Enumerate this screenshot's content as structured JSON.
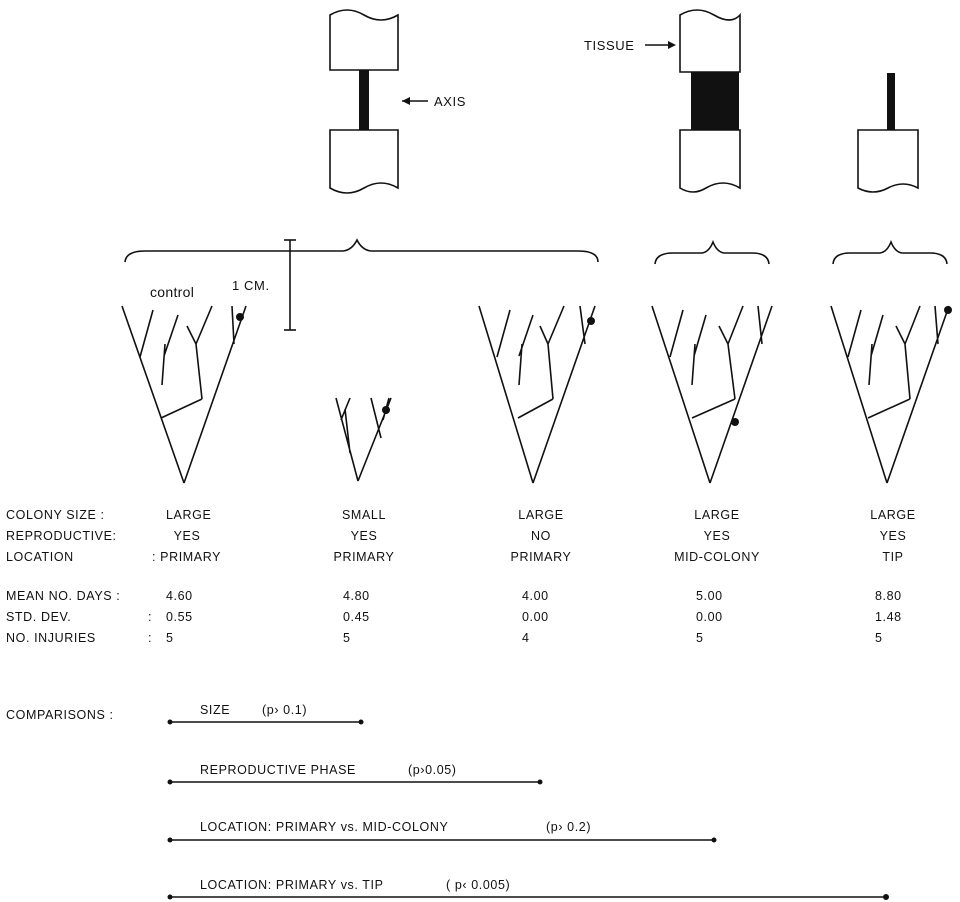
{
  "header": {
    "scale_label": "1 CM.",
    "axis_label": "AXIS",
    "tissue_label": "TISSUE"
  },
  "control_label": "control",
  "rows": {
    "colony_size": "COLONY SIZE :",
    "reproductive": "REPRODUCTIVE:",
    "location": "LOCATION",
    "mean_days": "MEAN NO. DAYS :",
    "std_dev": "STD. DEV.",
    "injuries": "NO. INJURIES",
    "sep": ":"
  },
  "columns": [
    {
      "size": "LARGE",
      "reproductive": "YES",
      "location": ": PRIMARY",
      "mean": "4.60",
      "sd": "0.55",
      "n": "5"
    },
    {
      "size": "SMALL",
      "reproductive": "YES",
      "location": "PRIMARY",
      "mean": "4.80",
      "sd": "0.45",
      "n": "5"
    },
    {
      "size": "LARGE",
      "reproductive": "NO",
      "location": "PRIMARY",
      "mean": "4.00",
      "sd": "0.00",
      "n": "4"
    },
    {
      "size": "LARGE",
      "reproductive": "YES",
      "location": "MID-COLONY",
      "mean": "5.00",
      "sd": "0.00",
      "n": "5"
    },
    {
      "size": "LARGE",
      "reproductive": "YES",
      "location": "TIP",
      "mean": "8.80",
      "sd": "1.48",
      "n": "5"
    }
  ],
  "comparisons": {
    "label": "COMPARISONS :",
    "items": [
      {
        "name": "SIZE",
        "p": "(p› 0.1)"
      },
      {
        "name": "REPRODUCTIVE PHASE",
        "p": "(p›0.05)"
      },
      {
        "name": "LOCATION: PRIMARY vs. MID-COLONY",
        "p": "(p› 0.2)"
      },
      {
        "name": "LOCATION: PRIMARY vs. TIP",
        "p": "( p‹ 0.005)"
      }
    ]
  }
}
